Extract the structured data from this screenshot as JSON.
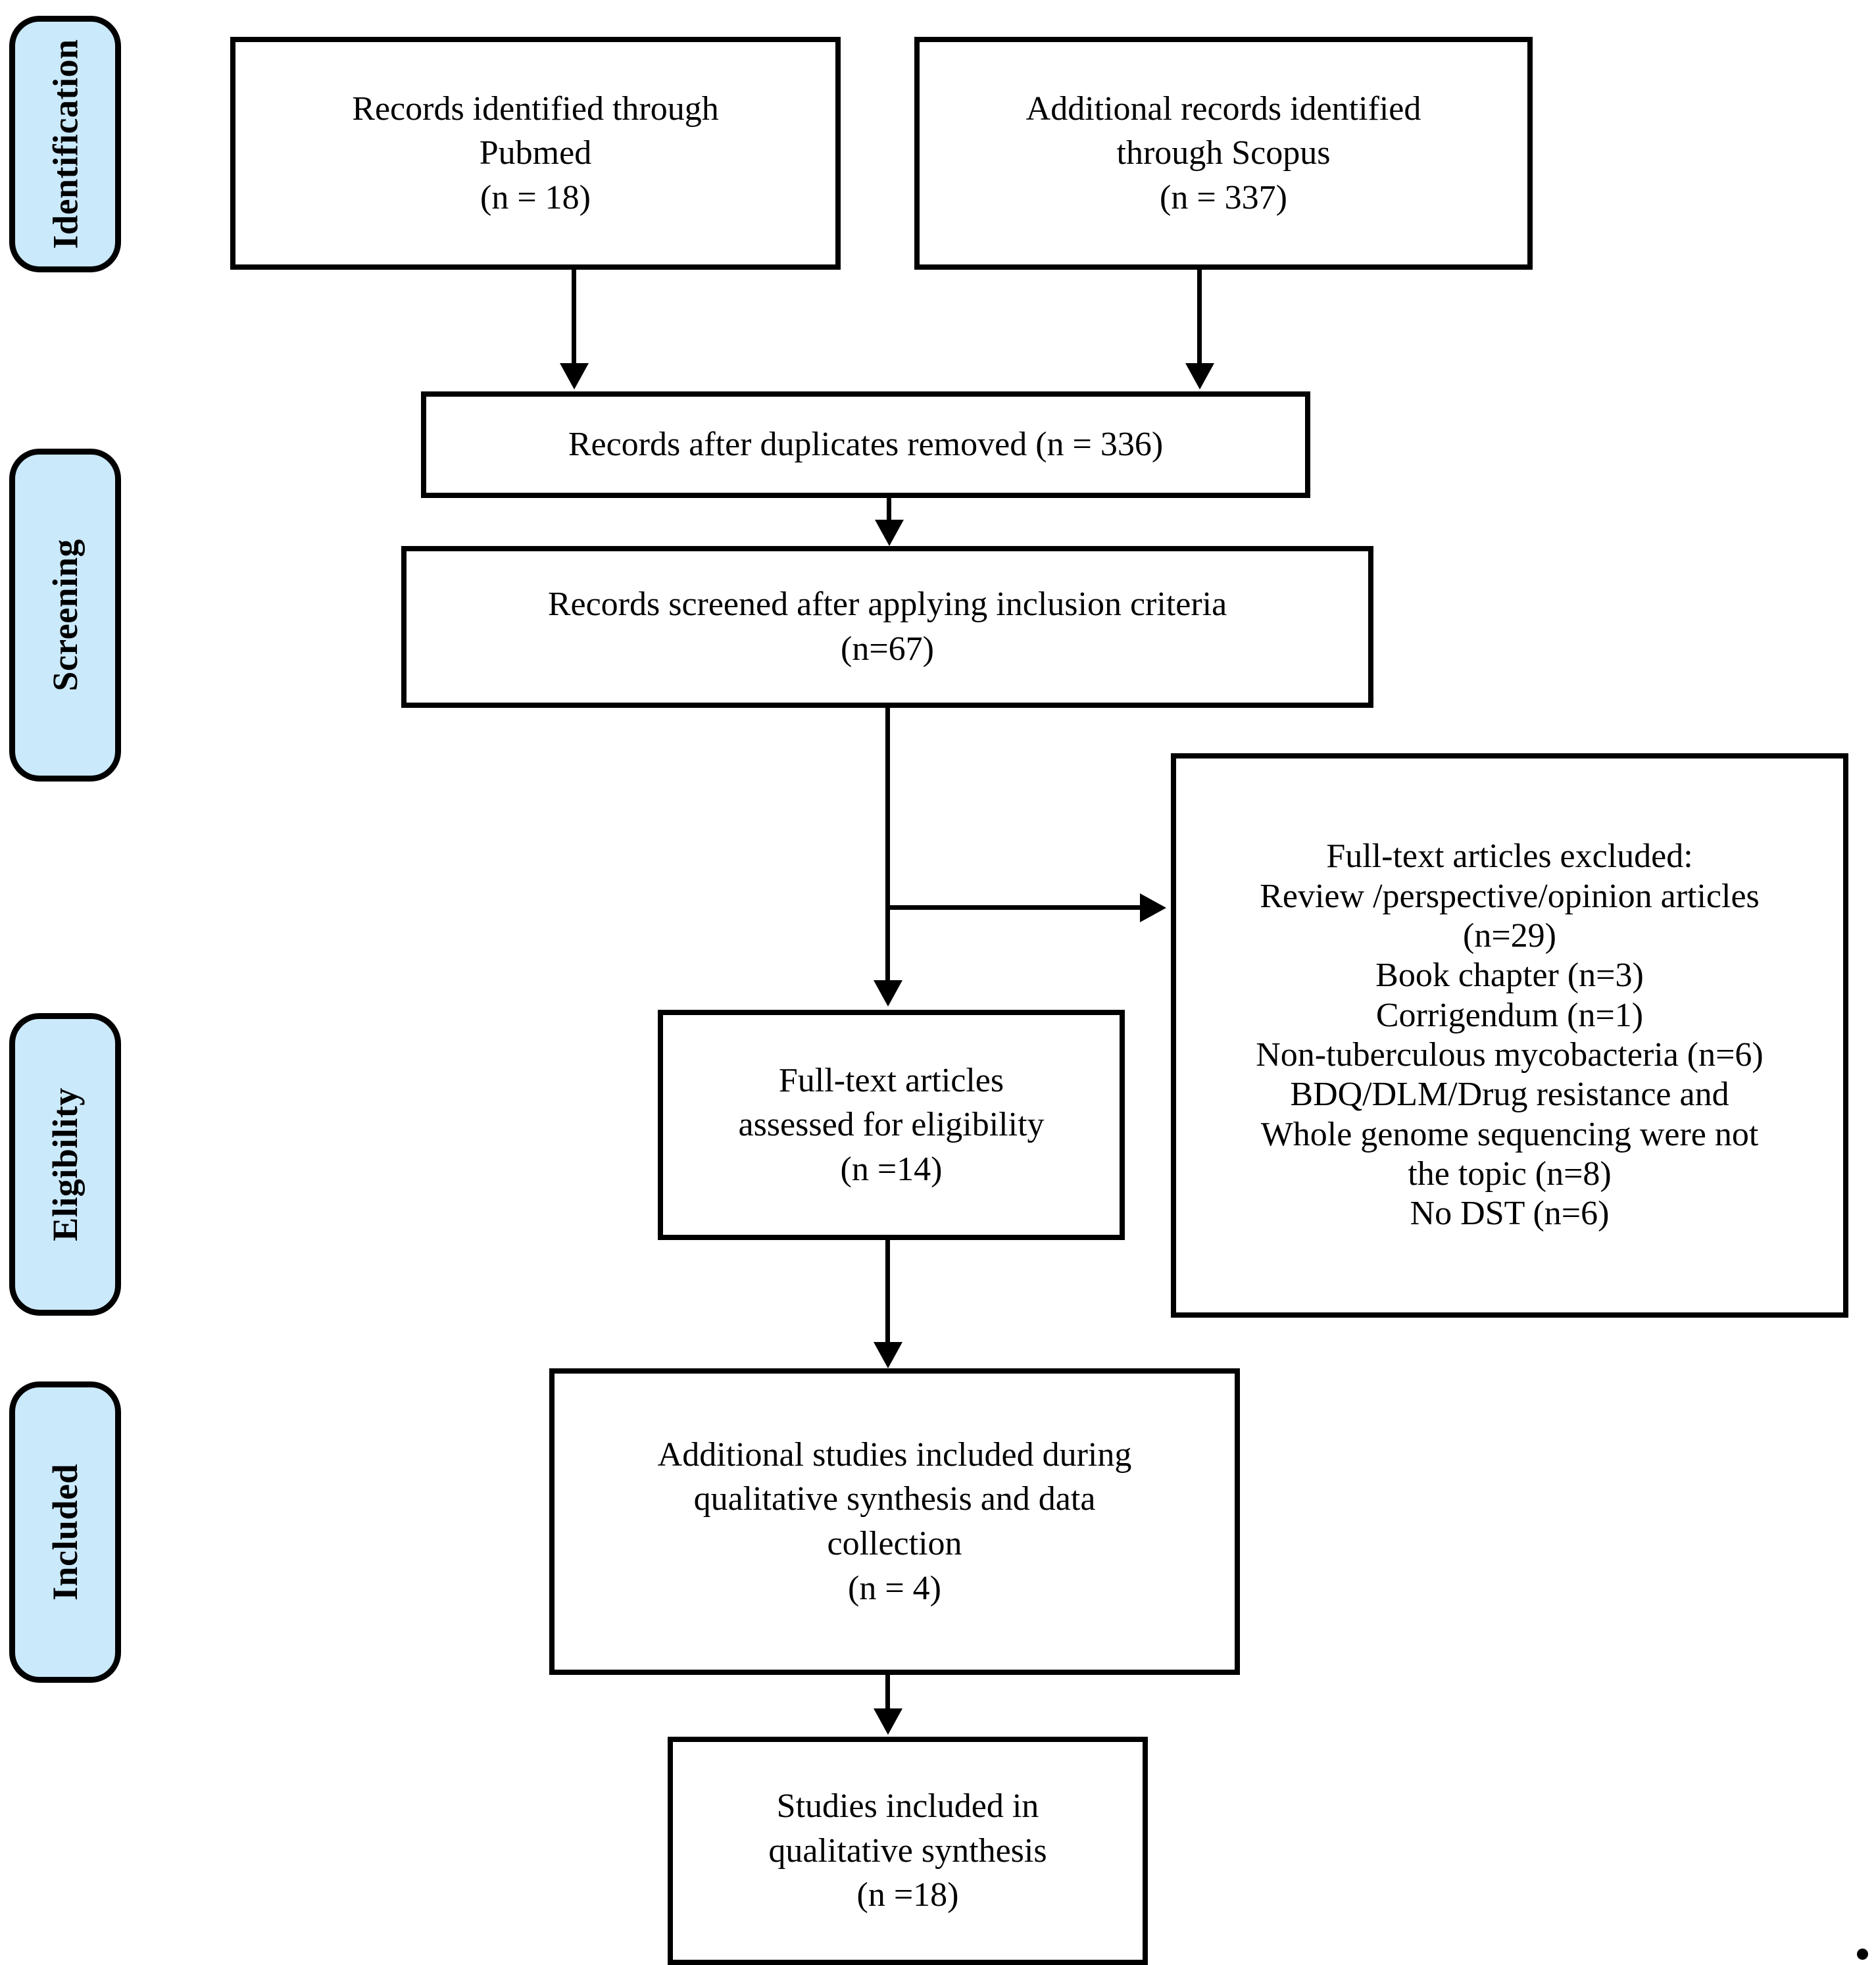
{
  "diagram": {
    "type": "prisma-flow-diagram",
    "title": "PRISMA study selection flow diagram",
    "accent_color": "#cae9fb",
    "line_color": "#000000",
    "background_color": "#ffffff"
  },
  "stages": [
    {
      "id": "identification",
      "label": "Identification"
    },
    {
      "id": "screening",
      "label": "Screening"
    },
    {
      "id": "eligibility",
      "label": "Eligibility"
    },
    {
      "id": "included",
      "label": "Included"
    }
  ],
  "boxes": {
    "pubmed": {
      "id": "records-identified-pubmed",
      "text": "Records identified through\nPubmed\n(n = 18)",
      "n": 18,
      "source": "Pubmed"
    },
    "scopus": {
      "id": "additional-records-scopus",
      "text": "Additional records identified\nthrough Scopus\n(n = 337)",
      "n": 337,
      "source": "Scopus"
    },
    "duplicates_removed": {
      "id": "records-after-duplicates-removed",
      "text": "Records after duplicates removed (n = 336)",
      "n": 336
    },
    "screened": {
      "id": "records-screened",
      "text": "Records screened after applying inclusion criteria\n(n=67)",
      "n": 67
    },
    "eligibility_assessed": {
      "id": "full-text-assessed-for-eligibility",
      "text": "Full-text articles\nassessed for eligibility\n(n =14)",
      "n": 14
    },
    "excluded": {
      "id": "full-text-articles-excluded",
      "heading": "Full-text articles excluded:",
      "text": "Full-text articles excluded:\nReview /perspective/opinion articles\n(n=29)\nBook chapter (n=3)\nCorrigendum (n=1)\nNon-tuberculous mycobacteria (n=6)\nBDQ/DLM/Drug resistance and\nWhole genome sequencing were not\nthe topic (n=8)\nNo DST (n=6)",
      "reasons": [
        {
          "label": "Review /perspective/opinion articles",
          "n": 29
        },
        {
          "label": "Book chapter",
          "n": 3
        },
        {
          "label": "Corrigendum",
          "n": 1
        },
        {
          "label": "Non-tuberculous mycobacteria",
          "n": 6
        },
        {
          "label": "BDQ/DLM/Drug resistance and Whole genome sequencing were not the topic",
          "n": 8
        },
        {
          "label": "No DST",
          "n": 6
        }
      ]
    },
    "additional_included": {
      "id": "additional-studies-included",
      "text": "Additional studies included during\nqualitative synthesis and data\ncollection\n(n = 4)",
      "n": 4
    },
    "final_included": {
      "id": "studies-included-qualitative-synthesis",
      "text": "Studies included in\nqualitative synthesis\n(n =18)",
      "n": 18
    }
  },
  "footer": {
    "trailing_mark": "."
  }
}
